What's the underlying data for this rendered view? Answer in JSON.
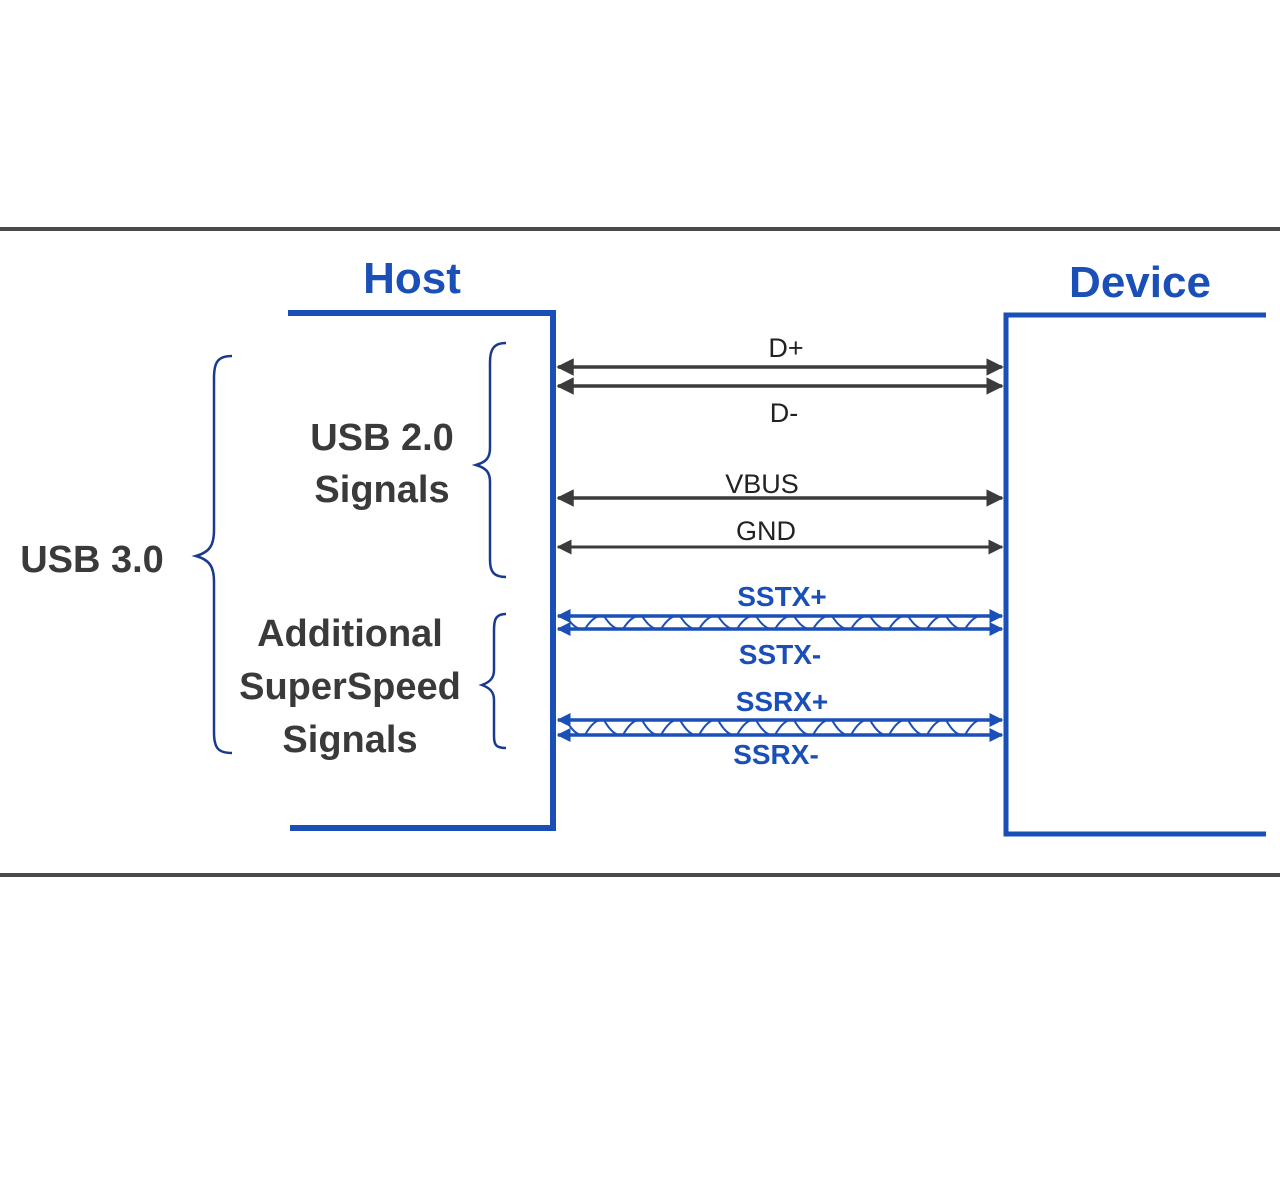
{
  "colors": {
    "blue": "#1a4fb8",
    "dark_line": "#3b3b3b",
    "text_gray": "#3a3a3a",
    "frame": "#4a4a4a"
  },
  "host": {
    "title": "Host"
  },
  "device": {
    "title": "Device"
  },
  "groups": {
    "usb3": "USB 3.0",
    "usb2_line1": "USB 2.0",
    "usb2_line2": "Signals",
    "ss_line1": "Additional",
    "ss_line2": "SuperSpeed",
    "ss_line3": "Signals"
  },
  "signals": {
    "dplus": "D+",
    "dminus": "D-",
    "vbus": "VBUS",
    "gnd": "GND",
    "sstx_plus": "SSTX+",
    "sstx_minus": "SSTX-",
    "ssrx_plus": "SSRX+",
    "ssrx_minus": "SSRX-"
  },
  "connections": [
    {
      "name": "dplus-line",
      "kind": "plain"
    },
    {
      "name": "dminus-line",
      "kind": "plain"
    },
    {
      "name": "vbus-line",
      "kind": "plain"
    },
    {
      "name": "gnd-line",
      "kind": "plain"
    },
    {
      "name": "sstx-pair",
      "kind": "twisted"
    },
    {
      "name": "ssrx-pair",
      "kind": "twisted"
    }
  ]
}
